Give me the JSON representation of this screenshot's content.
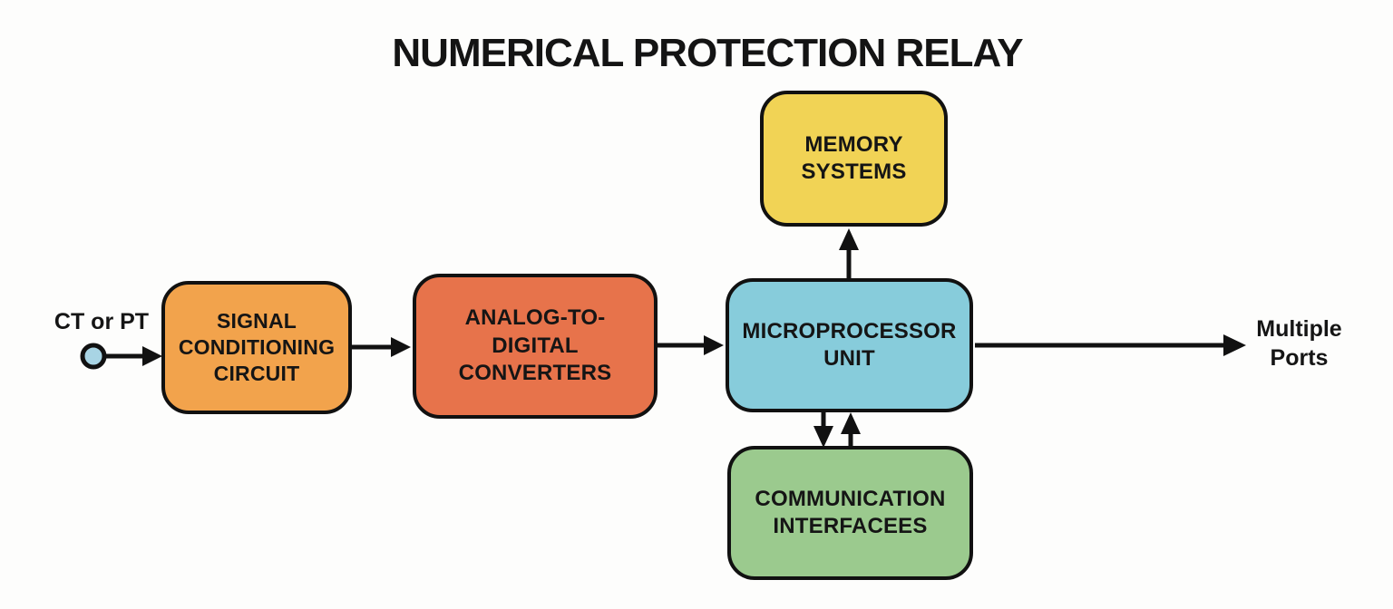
{
  "title": "NUMERICAL PROTECTION RELAY",
  "input_label": "CT or PT",
  "output_label": "Multiple\nPorts",
  "blocks": {
    "signal": {
      "label": "SIGNAL\nCONDITIONING\nCIRCUIT",
      "color": "#F2A34C"
    },
    "adc": {
      "label": "ANALOG-TO-\nDIGITAL\nCONVERTERS",
      "color": "#E7734B"
    },
    "mpu": {
      "label": "MICROPROCESSOR\nUNIT",
      "color": "#87CCDB"
    },
    "memory": {
      "label": "MEMORY\nSYSTEMS",
      "color": "#F1D355"
    },
    "comm": {
      "label": "COMMUNICATION\nINTERFACEES",
      "color": "#9BCA8E"
    }
  },
  "connections": [
    {
      "from": "ct-or-pt-terminal",
      "to": "signal-conditioning-circuit",
      "direction": "right"
    },
    {
      "from": "signal-conditioning-circuit",
      "to": "analog-to-digital-converters",
      "direction": "right"
    },
    {
      "from": "analog-to-digital-converters",
      "to": "microprocessor-unit",
      "direction": "right"
    },
    {
      "from": "microprocessor-unit",
      "to": "memory-systems",
      "direction": "up"
    },
    {
      "from": "microprocessor-unit",
      "to": "communication-interfacees",
      "direction": "down"
    },
    {
      "from": "communication-interfacees",
      "to": "microprocessor-unit",
      "direction": "up"
    },
    {
      "from": "microprocessor-unit",
      "to": "multiple-ports",
      "direction": "right"
    }
  ],
  "colors": {
    "background": "#FDFDFC",
    "outline": "#111111",
    "terminal_dot": "#A8D4E4",
    "text": "#151515"
  }
}
